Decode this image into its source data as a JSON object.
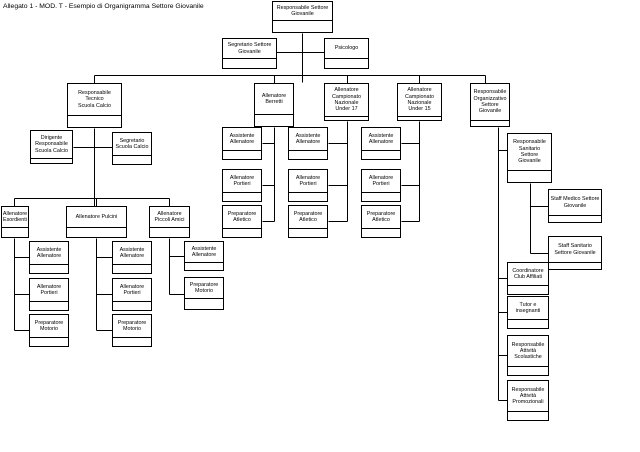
{
  "title": "Allegato 1 - MOD. T - Esempio di Organigramma Settore Giovanile",
  "nodes": {
    "responsabile": "Responsabile Settore\nGiovanile",
    "segretario_settore": "Segretario Settore\nGiovanile",
    "psicologo": "Psicologo",
    "resp_tecnico": "Responsabile\nTecnico\nScuola Calcio",
    "dirigente_resp": "Dirigente\nResponsabile\nScuola Calcio",
    "segretario_sc": "Segretario\nScuola Calcio",
    "all_esordienti": "Allenatore\nEsordienti",
    "all_pulcini": "Allenatore Pulcini",
    "all_piccoli": "Allenatore\nPiccoli Amici",
    "esord_assistente": "Assistente\nAllenatore",
    "esord_portieri": "Allenatore\nPortieri",
    "esord_preparatore": "Preparatore\nMotorio",
    "pulc_assistente": "Assistente\nAllenatore",
    "pulc_portieri": "Allenatore\nPortieri",
    "pulc_preparatore": "Preparatore\nMotorio",
    "picc_assistente": "Assistente\nAllenatore",
    "picc_preparatore": "Preparatore\nMotorio",
    "all_berretti": "Allenatore\nBerretti",
    "berr_assistente": "Assistente\nAllenatore",
    "berr_portieri": "Allenatore\nPortieri",
    "berr_preparatore": "Preparatore\nAtletico",
    "all_u17": "Allenatore\nCampionato\nNazionale\nUnder 17",
    "u17_assistente": "Assistente\nAllenatore",
    "u17_portieri": "Allenatore\nPortieri",
    "u17_preparatore": "Preparatore\nAtletico",
    "all_u15": "Allenatore\nCampionato\nNazionale\nUnder 15",
    "u15_assistente": "Assistente\nAllenatore",
    "u15_portieri": "Allenatore\nPortieri",
    "u15_preparatore": "Preparatore\nAtletico",
    "resp_organizzativo": "Responsabile\nOrganizzativo\nSettore\nGiovanile",
    "resp_sanitario": "Responsabile\nSanitario\nSettore Giovanile",
    "staff_medico": "Staff Medico Settore\nGiovanile",
    "staff_sanitario": "Staff Sanitario\nSettore Giovanile",
    "coordinatore": "Coordinatore\nClub Affiliati",
    "tutor": "Tutor e\ninsegnanti",
    "resp_scolastiche": "Responsabile\nAttività\nScolastiche",
    "resp_promozionali": "Responsabile\nAttività\nPromozionali"
  }
}
